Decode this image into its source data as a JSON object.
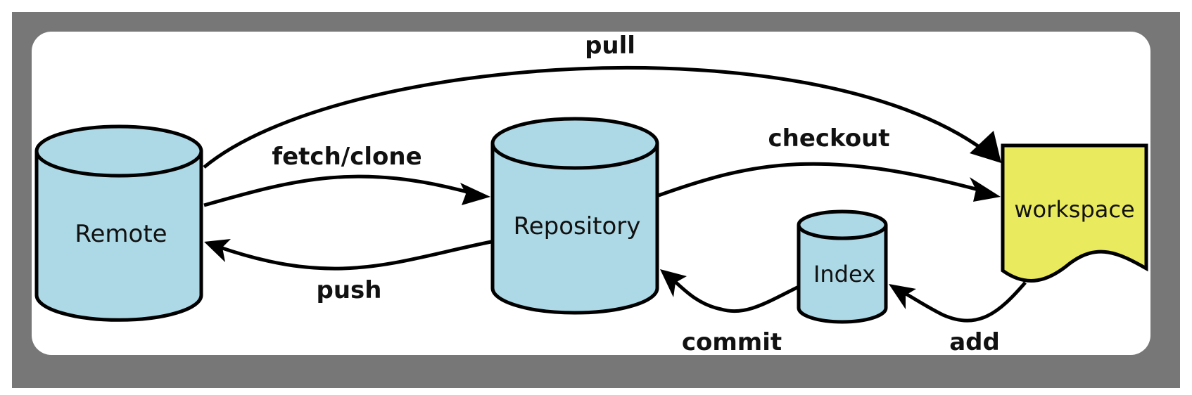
{
  "nodes": {
    "remote": "Remote",
    "repository": "Repository",
    "index": "Index",
    "workspace": "workspace"
  },
  "edges": {
    "pull": "pull",
    "fetch_clone": "fetch/clone",
    "push": "push",
    "checkout": "checkout",
    "commit": "commit",
    "add": "add"
  },
  "colors": {
    "frame": "#777777",
    "panel": "#ffffff",
    "database_fill": "#add8e6",
    "workspace_fill": "#eaea5e",
    "stroke": "#000000"
  }
}
